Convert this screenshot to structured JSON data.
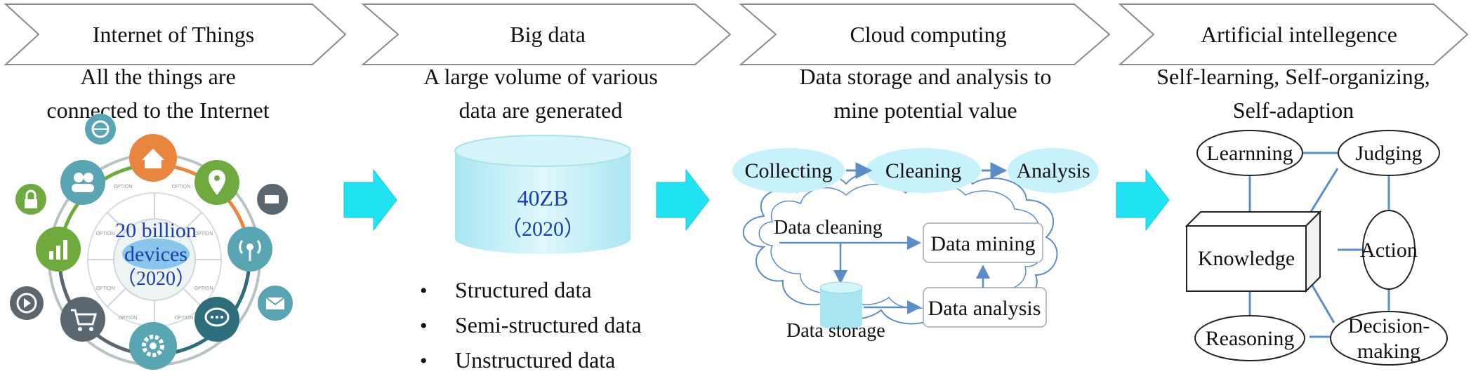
{
  "stages": [
    {
      "title": "Internet of Things",
      "desc": [
        "All the things are",
        "connected to the Internet"
      ]
    },
    {
      "title": "Big data",
      "desc": [
        "A large volume of various",
        "data are generated"
      ]
    },
    {
      "title": "Cloud computing",
      "desc": [
        "Data storage and analysis to",
        "mine potential value"
      ]
    },
    {
      "title": "Artificial intellegence",
      "desc": [
        "Self-learning, Self-organizing,",
        "Self-adaption"
      ]
    }
  ],
  "iot": {
    "center_text": [
      "20 billion",
      "devices",
      "（2020）"
    ],
    "node_label": "OPTION",
    "icons": [
      "globe-icon",
      "home-icon",
      "users-icon",
      "lock-icon",
      "map-pin-icon",
      "tag-icon",
      "chart-icon",
      "antenna-icon",
      "mail-icon",
      "play-icon",
      "cart-icon",
      "gear-icon",
      "chat-icon"
    ],
    "colors": {
      "teal": "#5aa5b3",
      "orange": "#e8853f",
      "green": "#6faa3f",
      "gray": "#5b6770",
      "dark_teal": "#2e6d7c"
    }
  },
  "bigdata": {
    "cylinder_text": [
      "40ZB",
      "（2020）"
    ],
    "types": [
      "Structured data",
      "Semi-structured data",
      "Unstructured data"
    ],
    "bullet": "•",
    "colors": {
      "cylinder": "#bfeef6",
      "text": "#1a3fb0"
    }
  },
  "cloud": {
    "top_nodes": [
      "Collecting",
      "Cleaning",
      "Analysis"
    ],
    "data_cleaning": "Data cleaning",
    "data_mining": "Data mining",
    "data_analysis": "Data analysis",
    "data_storage": "Data storage",
    "colors": {
      "node": "#c8f2fb",
      "arrow": "#5b8ec9"
    }
  },
  "ai": {
    "nodes": [
      "Learnning",
      "Judging",
      "Knowledge",
      "Action",
      "Reasoning",
      "Decision-",
      "making"
    ],
    "line_color": "#5b8ec9"
  },
  "arrow_color": "#22e3f2"
}
